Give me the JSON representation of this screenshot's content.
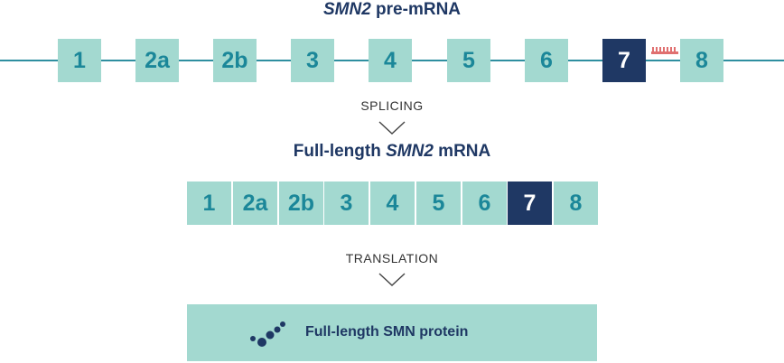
{
  "pre_mrna": {
    "title_italic": "SMN2",
    "title_rest": " pre-mRNA",
    "exons": [
      {
        "label": "1",
        "highlight": false
      },
      {
        "label": "2a",
        "highlight": false
      },
      {
        "label": "2b",
        "highlight": false
      },
      {
        "label": "3",
        "highlight": false
      },
      {
        "label": "4",
        "highlight": false
      },
      {
        "label": "5",
        "highlight": false
      },
      {
        "label": "6",
        "highlight": false
      },
      {
        "label": "7",
        "highlight": true
      },
      {
        "label": "8",
        "highlight": false
      }
    ]
  },
  "splicing_label": "SPLICING",
  "mrna": {
    "title_prefix": "Full-length ",
    "title_italic": "SMN2",
    "title_suffix": " mRNA",
    "exons": [
      {
        "label": "1",
        "highlight": false
      },
      {
        "label": "2a",
        "highlight": false
      },
      {
        "label": "2b",
        "highlight": false
      },
      {
        "label": "3",
        "highlight": false
      },
      {
        "label": "4",
        "highlight": false
      },
      {
        "label": "5",
        "highlight": false
      },
      {
        "label": "6",
        "highlight": false
      },
      {
        "label": "7",
        "highlight": true
      },
      {
        "label": "8",
        "highlight": false
      }
    ]
  },
  "translation_label": "TRANSLATION",
  "protein": {
    "label": "Full-length SMN protein"
  },
  "colors": {
    "exon_light": "#a3d9d0",
    "exon_dark": "#1f3864",
    "exon_text": "#1b8799",
    "intron_line": "#2f8fa0",
    "aso_red": "#e07070",
    "title": "#1f3864"
  },
  "icons": [
    "aso-comb-icon",
    "protein-dots-icon",
    "chevron-down-icon"
  ]
}
